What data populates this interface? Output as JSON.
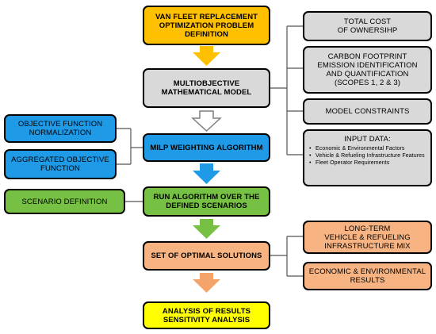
{
  "boxes": {
    "van_fleet": [
      "VAN FLEET REPLACEMENT",
      "OPTIMIZATION PROBLEM",
      "DEFINITION"
    ],
    "multiobjective": [
      "MULTIOBJECTIVE",
      "MATHEMATICAL MODEL"
    ],
    "milp": [
      "MILP WEIGHTING ALGORITHM"
    ],
    "run_algorithm": [
      "RUN ALGORITHM OVER THE",
      "DEFINED SCENARIOS"
    ],
    "optimal_solutions": [
      "SET OF OPTIMAL SOLUTIONS"
    ],
    "analysis": [
      "ANALYSIS OF RESULTS",
      "SENSITIVITY ANALYSIS"
    ],
    "total_cost": [
      "TOTAL COST",
      "OF OWNERSIHP"
    ],
    "carbon": [
      "CARBON FOOTPRINT",
      "EMISSION IDENTIFICATION",
      "AND QUANTIFICATION",
      "(SCOPES 1, 2 & 3)"
    ],
    "constraints": [
      "MODEL CONSTRAINTS"
    ],
    "input_data": {
      "title": "INPUT DATA:",
      "items": [
        "Economic & Environmental  Factors",
        "Vehicle & Refueling Infrastructure Features",
        "Fleet Operator Requirements"
      ]
    },
    "objective_normalization": [
      "OBJECTIVE FUNCTION",
      "NORMALIZATION"
    ],
    "aggregated_objective": [
      "AGGREGATED OBJECTIVE",
      "FUNCTION"
    ],
    "scenario": [
      "SCENARIO DEFINITION"
    ],
    "long_term": [
      "LONG-TERM",
      "VEHICLE & REFUELING",
      "INFRASTRUCTURE  MIX"
    ],
    "economic_results": [
      "ECONOMIC & ENVIRONMENTAL",
      "RESULTS"
    ]
  },
  "colors": {
    "yellow_orange": "#ffc000",
    "gray": "#d9d9d9",
    "blue": "#1f9ae6",
    "green": "#76c043",
    "orange": "#f7b482",
    "yellow": "#ffff00"
  }
}
